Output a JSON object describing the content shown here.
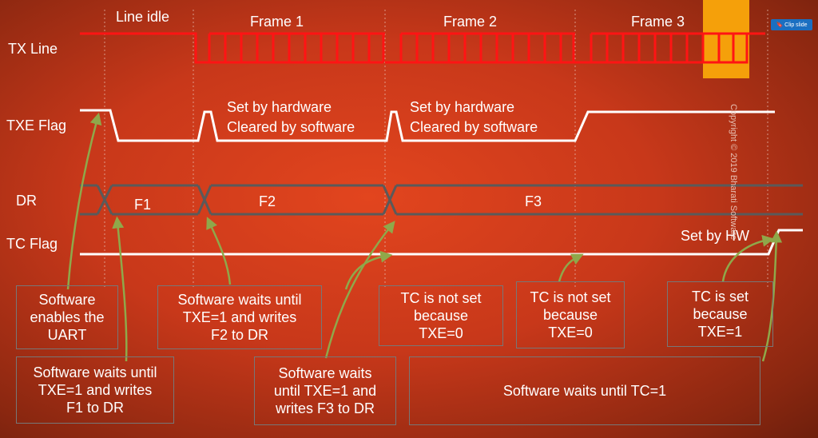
{
  "colors": {
    "tx_line": "#ff1414",
    "signal": "#ffffff",
    "bus": "#5a5a5a",
    "arrow": "#8fa84a",
    "highlight": "#f5a00a",
    "box_border": "#777777",
    "clip_button": "#1b6fc1"
  },
  "labels": {
    "line_idle": "Line idle",
    "frame1": "Frame 1",
    "frame2": "Frame 2",
    "frame3": "Frame 3",
    "tx_line": "TX Line",
    "txe_flag": "TXE Flag",
    "dr": "DR",
    "tc_flag": "TC Flag",
    "f1": "F1",
    "f2": "F2",
    "f3": "F3",
    "set_by_hw": "Set by HW"
  },
  "notes": {
    "note1": [
      "Set by hardware",
      "Cleared by software"
    ],
    "note2": [
      "Set by hardware",
      "Cleared by software"
    ]
  },
  "boxes": {
    "enable": [
      "Software",
      "enables the",
      "UART"
    ],
    "wait_f2": [
      "Software waits until",
      "TXE=1 and writes",
      "F2 to DR"
    ],
    "tc_not_set_1": [
      "TC is not set",
      "because",
      "TXE=0"
    ],
    "tc_not_set_2": [
      "TC is not set",
      "because",
      "TXE=0"
    ],
    "tc_set": [
      "TC is set",
      "because",
      "TXE=1"
    ],
    "wait_f1": [
      "Software waits until",
      "TXE=1 and writes",
      "F1 to DR"
    ],
    "wait_f3": [
      "Software waits",
      "until TXE=1 and",
      "writes F3 to DR"
    ],
    "wait_tc": [
      "Software waits until TC=1"
    ]
  },
  "clip_button": {
    "icon": "bookmark-icon",
    "label": "Clip slide"
  },
  "copyright": "Copyright © 2019 Bharati Software"
}
